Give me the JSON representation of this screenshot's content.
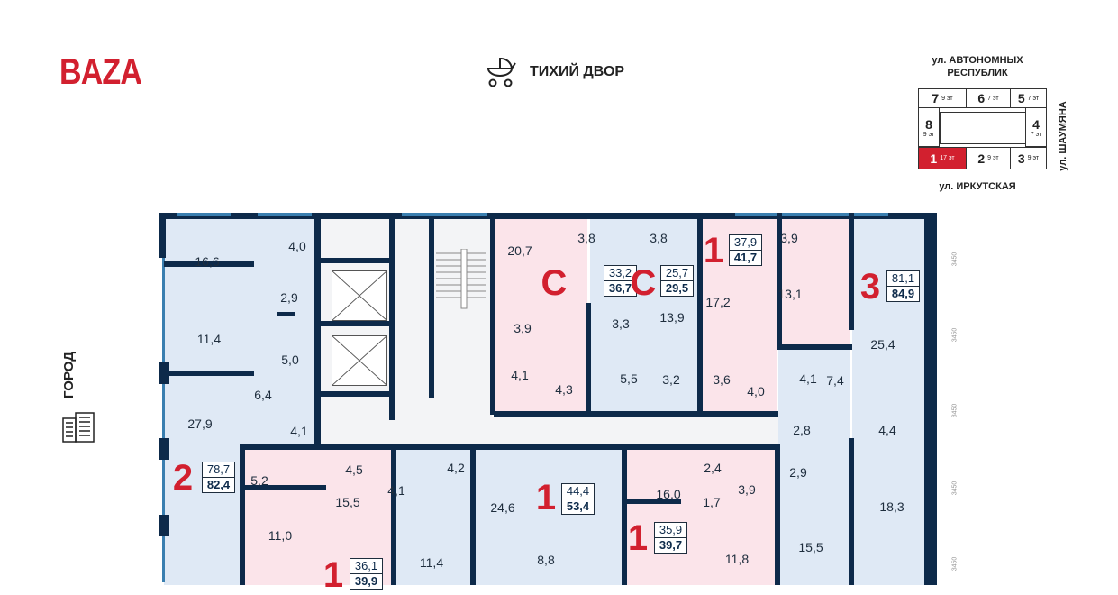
{
  "header": {
    "logo": "BAZA",
    "yard_label": "ТИХИЙ ДВОР",
    "city_label": "ГОРОД"
  },
  "key_plan": {
    "street_top": "ул. АВТОНОМНЫХ РЕСПУБЛИК",
    "street_right": "ул. ШАУМЯНА",
    "street_bottom": "ул. ИРКУТСКАЯ",
    "sections": [
      {
        "num": "7",
        "floors": "9 эт"
      },
      {
        "num": "6",
        "floors": "7 эт"
      },
      {
        "num": "5",
        "floors": "7 эт"
      },
      {
        "num": "8",
        "floors": "9 эт"
      },
      {
        "num": "4",
        "floors": "7 эт"
      },
      {
        "num": "1",
        "floors": "17 эт",
        "active": true
      },
      {
        "num": "2",
        "floors": "9 эт"
      },
      {
        "num": "3",
        "floors": "9 эт"
      }
    ],
    "active_color": "#d2202f"
  },
  "apartments": [
    {
      "type": "2",
      "living": "78,7",
      "total": "82,4"
    },
    {
      "type": "С",
      "living": "33,2",
      "total": "36,7"
    },
    {
      "type": "С",
      "living": "25,7",
      "total": "29,5"
    },
    {
      "type": "1",
      "living": "37,9",
      "total": "41,7"
    },
    {
      "type": "3",
      "living": "81,1",
      "total": "84,9"
    },
    {
      "type": "1",
      "living": "36,1",
      "total": "39,9"
    },
    {
      "type": "1",
      "living": "44,4",
      "total": "53,4"
    },
    {
      "type": "1",
      "living": "35,9",
      "total": "39,7"
    }
  ],
  "rooms": [
    "16,6",
    "4,0",
    "2,9",
    "11,4",
    "5,0",
    "6,4",
    "27,9",
    "4,1",
    "20,7",
    "3,8",
    "3,9",
    "4,1",
    "4,3",
    "3,8",
    "13,9",
    "3,3",
    "5,5",
    "3,2",
    "17,2",
    "3,6",
    "4,0",
    "3,9",
    "13,1",
    "25,4",
    "4,1",
    "7,4",
    "4,4",
    "2,8",
    "2,9",
    "18,3",
    "15,5",
    "5,2",
    "4,5",
    "15,5",
    "11,0",
    "4,1",
    "4,2",
    "11,4",
    "24,6",
    "8,8",
    "16,0",
    "2,4",
    "1,7",
    "3,9",
    "11,8"
  ],
  "dimension": "3450",
  "colors": {
    "wall": "#0d2a4a",
    "blue_room": "#dfe9f5",
    "pink_room": "#fbe4ea",
    "accent": "#d2202f"
  }
}
